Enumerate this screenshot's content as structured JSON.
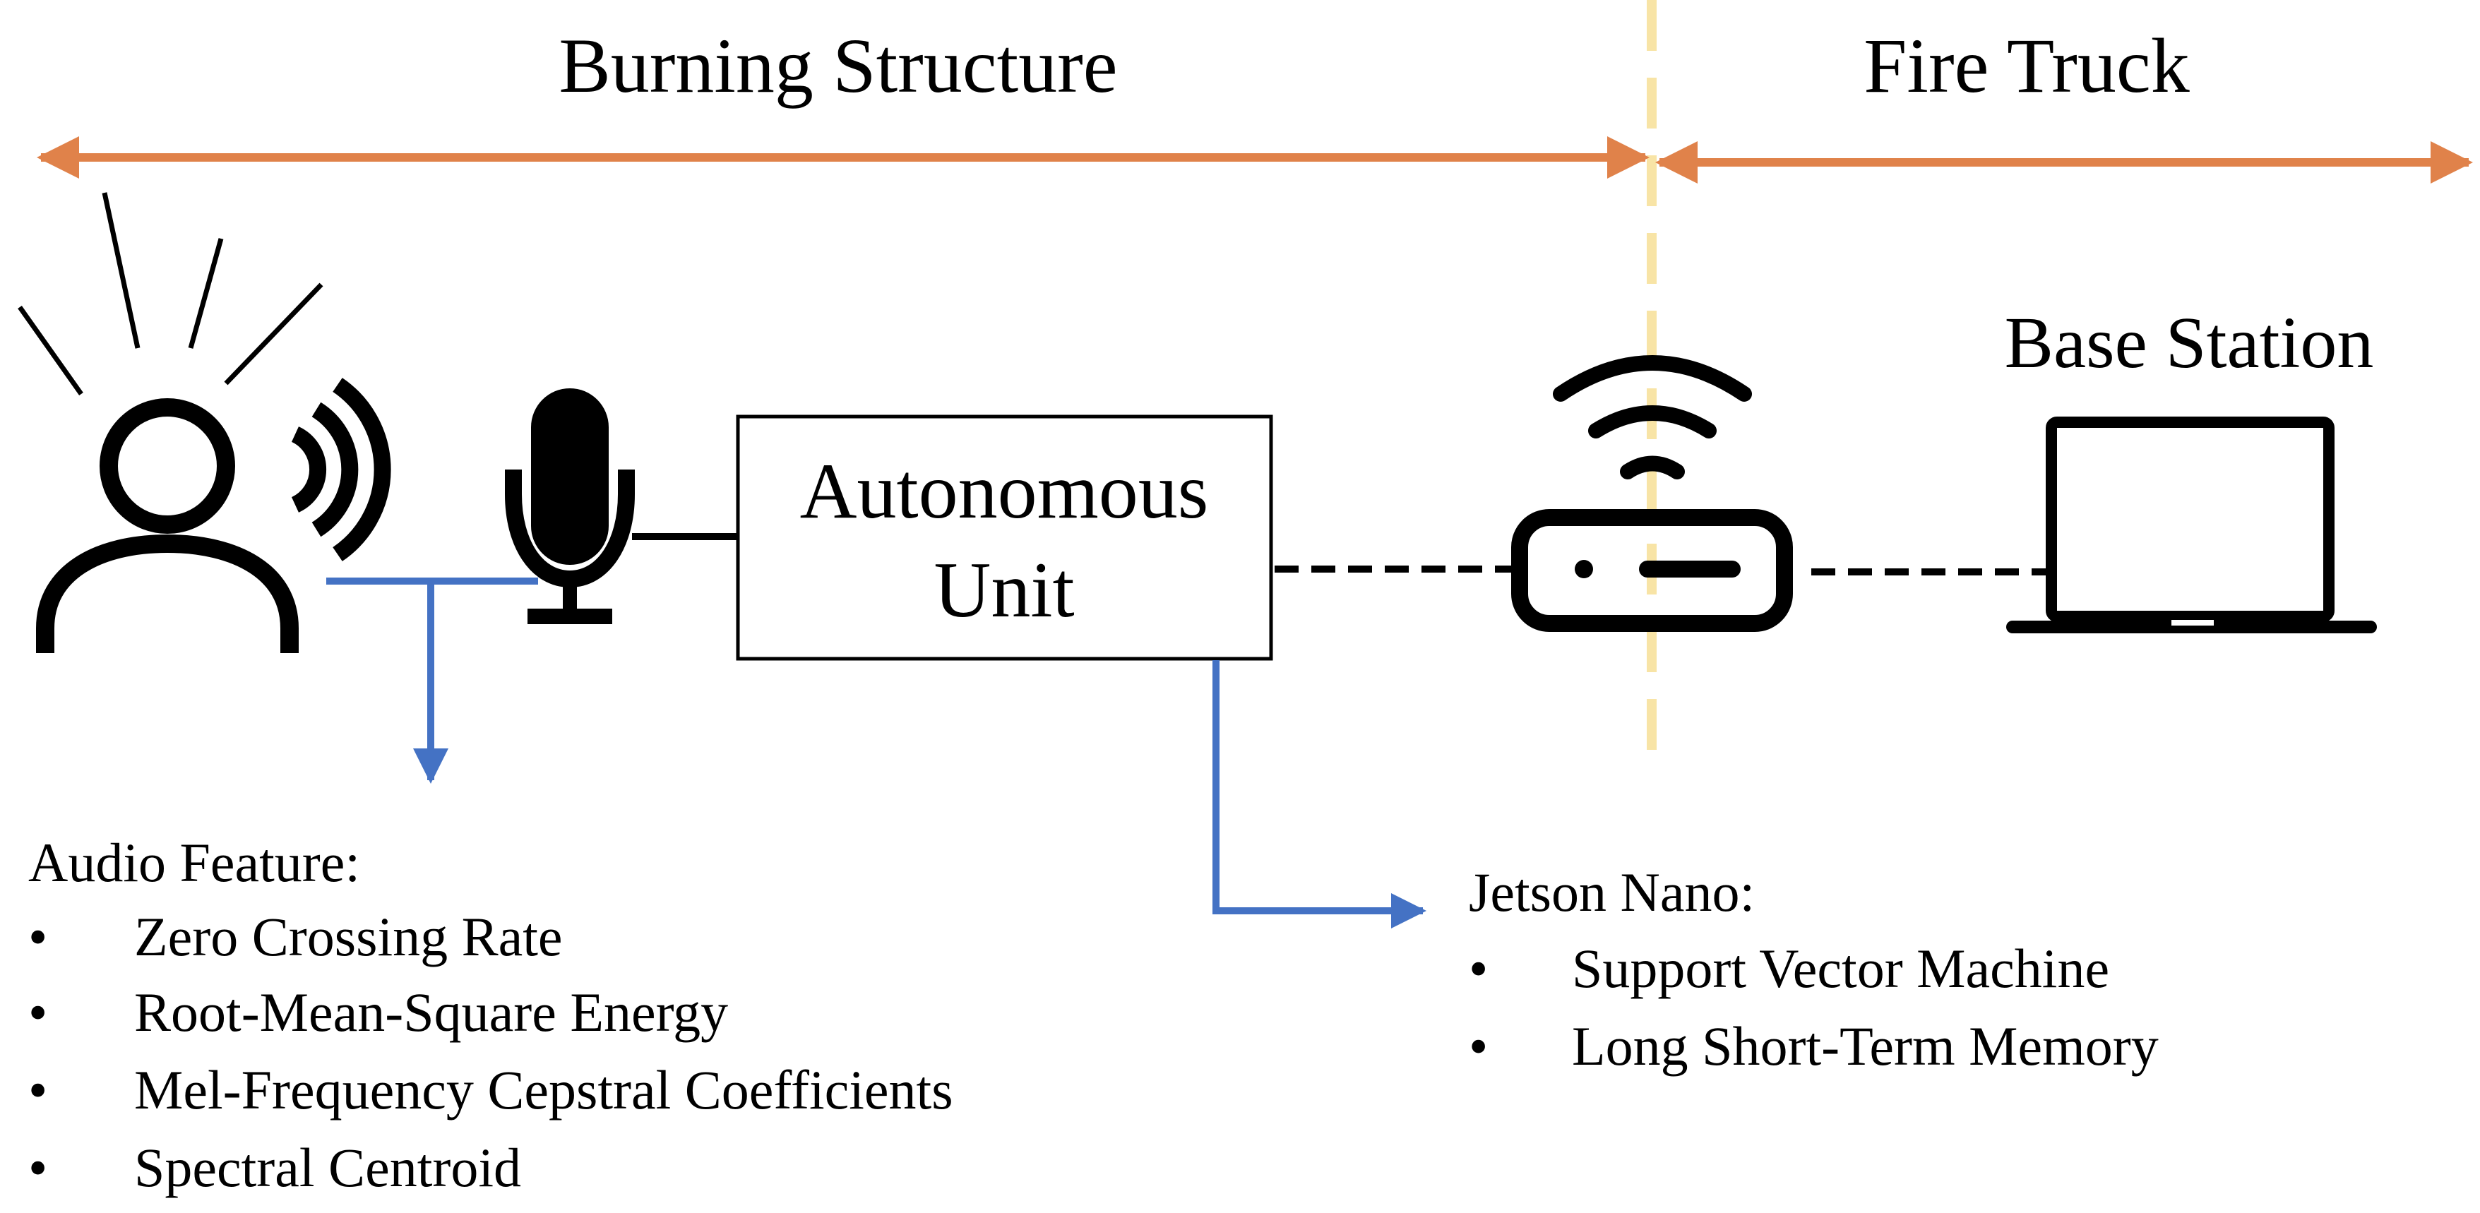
{
  "regions": {
    "burning_structure": "Burning Structure",
    "fire_truck": "Fire Truck"
  },
  "autonomous_unit": {
    "line1": "Autonomous",
    "line2": "Unit"
  },
  "base_station": {
    "label": "Base Station"
  },
  "audio_features": {
    "title": "Audio Feature:",
    "bullet": "•",
    "items": [
      "Zero Crossing Rate",
      "Root-Mean-Square Energy",
      "Mel-Frequency Cepstral Coefficients",
      "Spectral Centroid"
    ]
  },
  "jetson_nano": {
    "title": "Jetson Nano:",
    "bullet": "•",
    "items": [
      "Support Vector Machine",
      "Long Short-Term Memory"
    ]
  },
  "icons": {
    "person": "person-shouting-icon",
    "microphone": "microphone-icon",
    "router": "wifi-router-icon",
    "laptop": "laptop-icon"
  },
  "colors": {
    "region_arrow": "#E0824A",
    "divider": "#F8E4A6",
    "connector": "#4472C4",
    "stroke": "#000000"
  }
}
